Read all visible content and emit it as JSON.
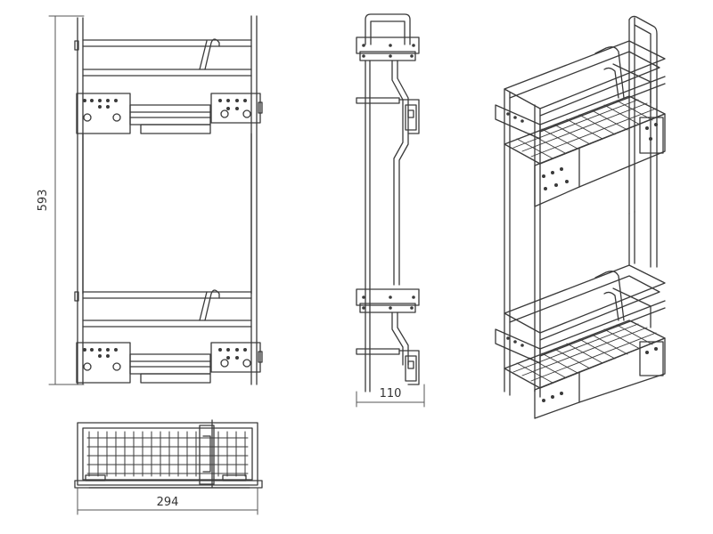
{
  "dimensions": {
    "height_label": "593",
    "depth_label": "110",
    "width_label": "294"
  },
  "views": {
    "front": "front-view",
    "side": "side-view",
    "top": "top-view",
    "iso": "isometric-view"
  },
  "colors": {
    "line": "#3a3a3a",
    "dim": "#555555",
    "background": "#ffffff"
  }
}
